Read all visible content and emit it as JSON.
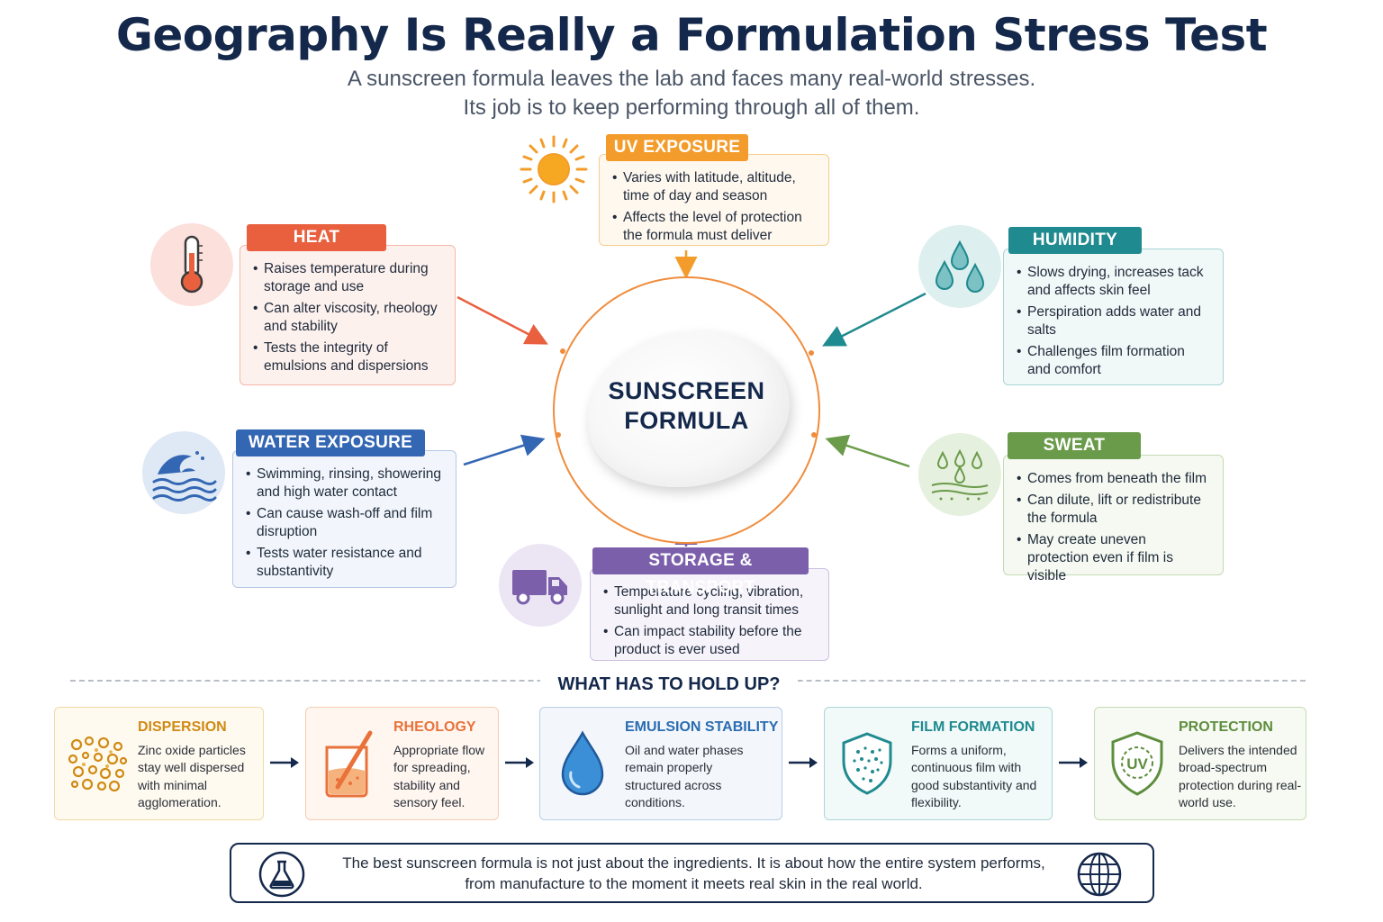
{
  "title": "Geography Is Really a Formulation Stress Test",
  "subtitle_line1": "A sunscreen formula leaves the lab and faces many real-world stresses.",
  "subtitle_line2": "Its job is to keep performing through all of them.",
  "center": {
    "line1": "SUNSCREEN",
    "line2": "FORMULA"
  },
  "stresses": {
    "uv": {
      "label": "UV EXPOSURE",
      "color": "#f39c2b",
      "items": [
        "Varies with latitude, altitude, time of day and season",
        "Affects the level of protection the formula must deliver"
      ]
    },
    "heat": {
      "label": "HEAT",
      "color": "#e9603f",
      "items": [
        "Raises temperature during storage and use",
        "Can alter viscosity, rheology and stability",
        "Tests the integrity of emulsions and dispersions"
      ]
    },
    "humidity": {
      "label": "HUMIDITY",
      "color": "#1f8a8f",
      "items": [
        "Slows drying, increases tack and affects skin feel",
        "Perspiration adds water and salts",
        "Challenges film formation and comfort"
      ]
    },
    "water": {
      "label": "WATER EXPOSURE",
      "color": "#3467b3",
      "items": [
        "Swimming, rinsing, showering and high water contact",
        "Can cause wash-off and film disruption",
        "Tests water resistance and substantivity"
      ]
    },
    "sweat": {
      "label": "SWEAT",
      "color": "#6a9b4a",
      "items": [
        "Comes from beneath the film",
        "Can dilute, lift or redistribute the formula",
        "May create uneven protection even if film is visible"
      ]
    },
    "storage": {
      "label": "STORAGE & TRANSPORT",
      "color": "#7b5fab",
      "items": [
        "Temperature cycling, vibration, sunlight and long transit times",
        "Can impact stability before the product is ever used"
      ]
    }
  },
  "hold_up_title": "WHAT HAS TO HOLD UP?",
  "steps": [
    {
      "title": "DISPERSION",
      "text": "Zinc oxide particles stay well dispersed with minimal agglomeration.",
      "color": "#d08a14"
    },
    {
      "title": "RHEOLOGY",
      "text": "Appropriate flow for spreading, stability and sensory feel.",
      "color": "#e9723a"
    },
    {
      "title": "EMULSION STABILITY",
      "text": "Oil and water phases remain properly structured across conditions.",
      "color": "#2a6cb0"
    },
    {
      "title": "FILM FORMATION",
      "text": "Forms a uniform, continuous film with good substantivity and flexibility.",
      "color": "#1f8a8f"
    },
    {
      "title": "PROTECTION",
      "text": "Delivers the intended broad-spectrum protection during real-world use.",
      "color": "#5e8d3e"
    }
  ],
  "uv_badge_text": "UV",
  "footer": {
    "line1": "The best sunscreen formula is not just about the ingredients. It is about how the entire system performs,",
    "line2": "from manufacture to the moment it meets real skin in the real world."
  }
}
